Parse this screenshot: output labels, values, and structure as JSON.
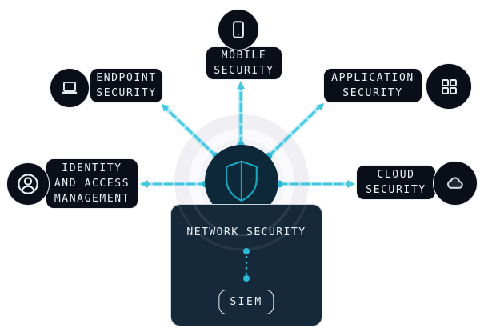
{
  "diagram_title": "network security architecture diagram",
  "center": {
    "label": "NETWORK SECURITY",
    "icon": "shield-icon"
  },
  "siem": {
    "label": "SIEM"
  },
  "nodes": {
    "mobile": {
      "lines": [
        "MOBILE",
        "SECURITY"
      ],
      "icon": "smartphone-icon"
    },
    "endpoint": {
      "lines": [
        "ENDPOINT",
        "SECURITY"
      ],
      "icon": "laptop-icon"
    },
    "application": {
      "lines": [
        "APPLICATION",
        "SECURITY"
      ],
      "icon": "app-grid-icon"
    },
    "iam": {
      "lines": [
        "IDENTITY",
        "AND ACCESS",
        "MANAGEMENT"
      ],
      "icon": "user-icon"
    },
    "cloud": {
      "lines": [
        "CLOUD",
        "SECURITY"
      ],
      "icon": "cloud-icon"
    }
  },
  "connections": [
    {
      "from": "network-security",
      "to": "mobile-security"
    },
    {
      "from": "network-security",
      "to": "endpoint-security"
    },
    {
      "from": "network-security",
      "to": "application-security"
    },
    {
      "from": "network-security",
      "to": "identity-and-access-management"
    },
    {
      "from": "network-security",
      "to": "cloud-security"
    },
    {
      "from": "network-security",
      "to": "siem"
    }
  ],
  "colors": {
    "background": "#ffffff",
    "accent_cyan": "#47c8e2",
    "dot_cyan": "#2ab8d4",
    "shield_teal": "#1ba4ba",
    "panel_bg": "#15293a",
    "center_circle_bg": "#0d2838",
    "node_bg": "#0a0e18",
    "node_border": "#eceef2",
    "text": "#edf0f3",
    "halo_outer": "#f0f0f4",
    "halo_mid": "#fafafc",
    "halo_inner": "#f2f3f7"
  }
}
